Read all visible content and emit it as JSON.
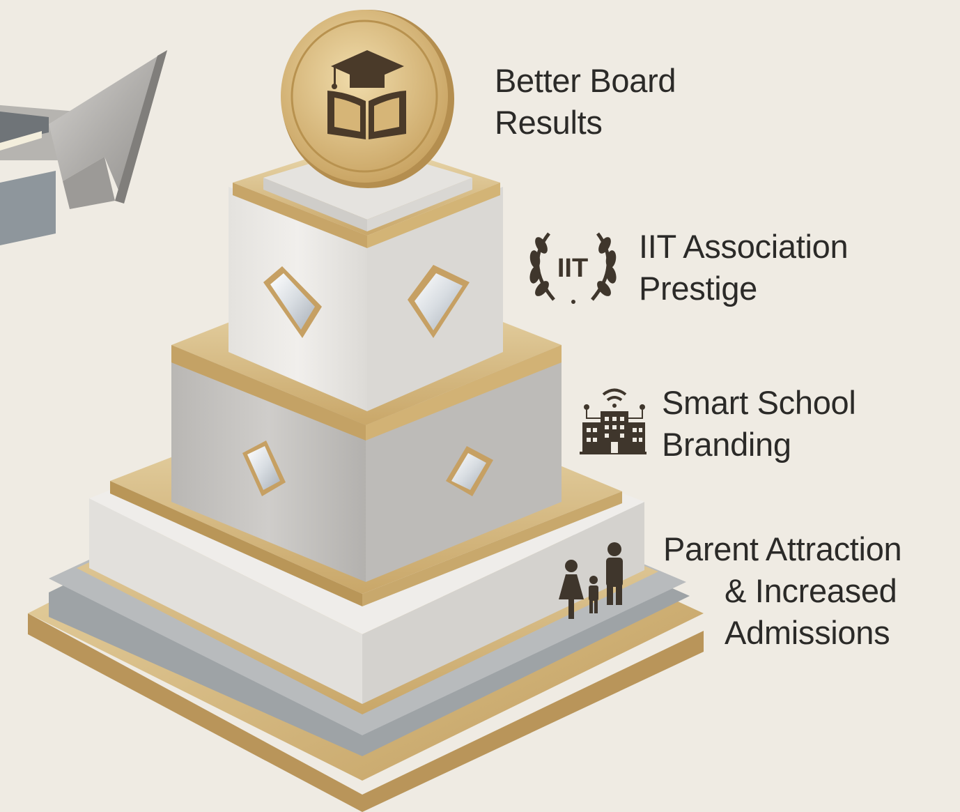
{
  "diagram": {
    "levels": [
      {
        "id": "top",
        "icon": "graduation-book-icon",
        "lines": [
          "Better Board",
          "Results"
        ]
      },
      {
        "id": "second",
        "icon": "iit-laurel-icon",
        "icon_text": "IIT",
        "lines": [
          "IIT Association",
          "Prestige"
        ]
      },
      {
        "id": "third",
        "icon": "smart-school-building-icon",
        "lines": [
          "Smart School",
          "Branding"
        ]
      },
      {
        "id": "base",
        "icon": "family-icon",
        "lines": [
          "Parent Attraction",
          "& Increased",
          "Admissions"
        ]
      }
    ]
  },
  "colors": {
    "background": "#efebe3",
    "gold": "#d8bd86",
    "white_block": "#eceae6",
    "grey_block": "#c4c2bf",
    "icon_brown": "#3f362c",
    "text": "#2b2a28"
  }
}
